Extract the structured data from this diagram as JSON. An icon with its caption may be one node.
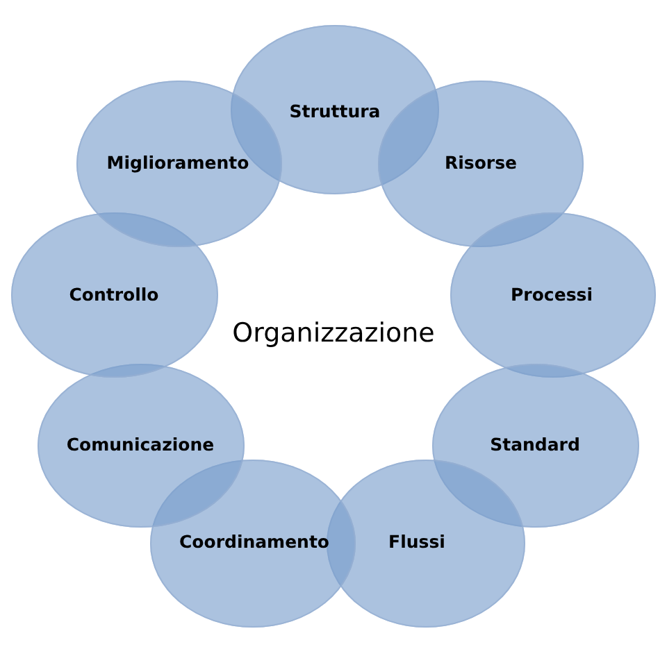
{
  "diagram": {
    "nodes": [
      {
        "text": [
          "Struttura"
        ]
      },
      {
        "text": [
          "Risorse"
        ]
      },
      {
        "text": [
          "Processi"
        ]
      },
      {
        "text": [
          "Standard"
        ]
      },
      {
        "text": [
          "Flussi"
        ]
      },
      {
        "text": [
          "Coordinamento"
        ]
      },
      {
        "text": [
          "Comunicazione"
        ]
      },
      {
        "text": [
          "Controllo"
        ]
      },
      {
        "text": [
          "Miglioramento"
        ]
      }
    ],
    "labels": [
      "Organizzazione"
    ]
  }
}
